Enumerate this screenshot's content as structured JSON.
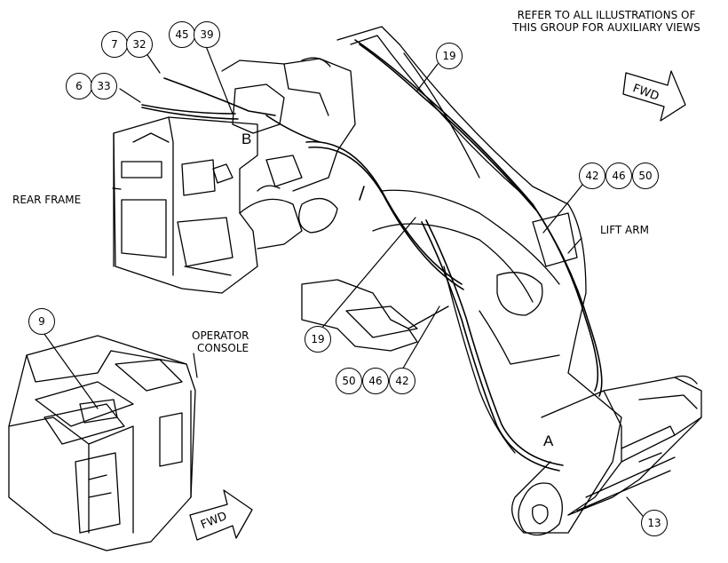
{
  "note_lines": [
    "REFER TO ALL ILLUSTRATIONS OF",
    "THIS GROUP FOR AUXILIARY VIEWS"
  ],
  "labels": {
    "rear_frame": "REAR FRAME",
    "lift_arm": "LIFT ARM",
    "operator_console_l1": "OPERATOR",
    "operator_console_l2": "CONSOLE",
    "fwd_top": "FWD",
    "fwd_bottom": "FWD",
    "view_a": "A",
    "view_b": "B"
  },
  "callouts": {
    "c7": "7",
    "c32": "32",
    "c45": "45",
    "c39": "39",
    "c6": "6",
    "c33": "33",
    "c19_top": "19",
    "c42_top": "42",
    "c46_top": "46",
    "c50_top": "50",
    "c9": "9",
    "c19_mid": "19",
    "c50_bot": "50",
    "c46_bot": "46",
    "c42_bot": "42",
    "c13": "13"
  },
  "colors": {
    "line": "#000000",
    "background": "#ffffff"
  }
}
